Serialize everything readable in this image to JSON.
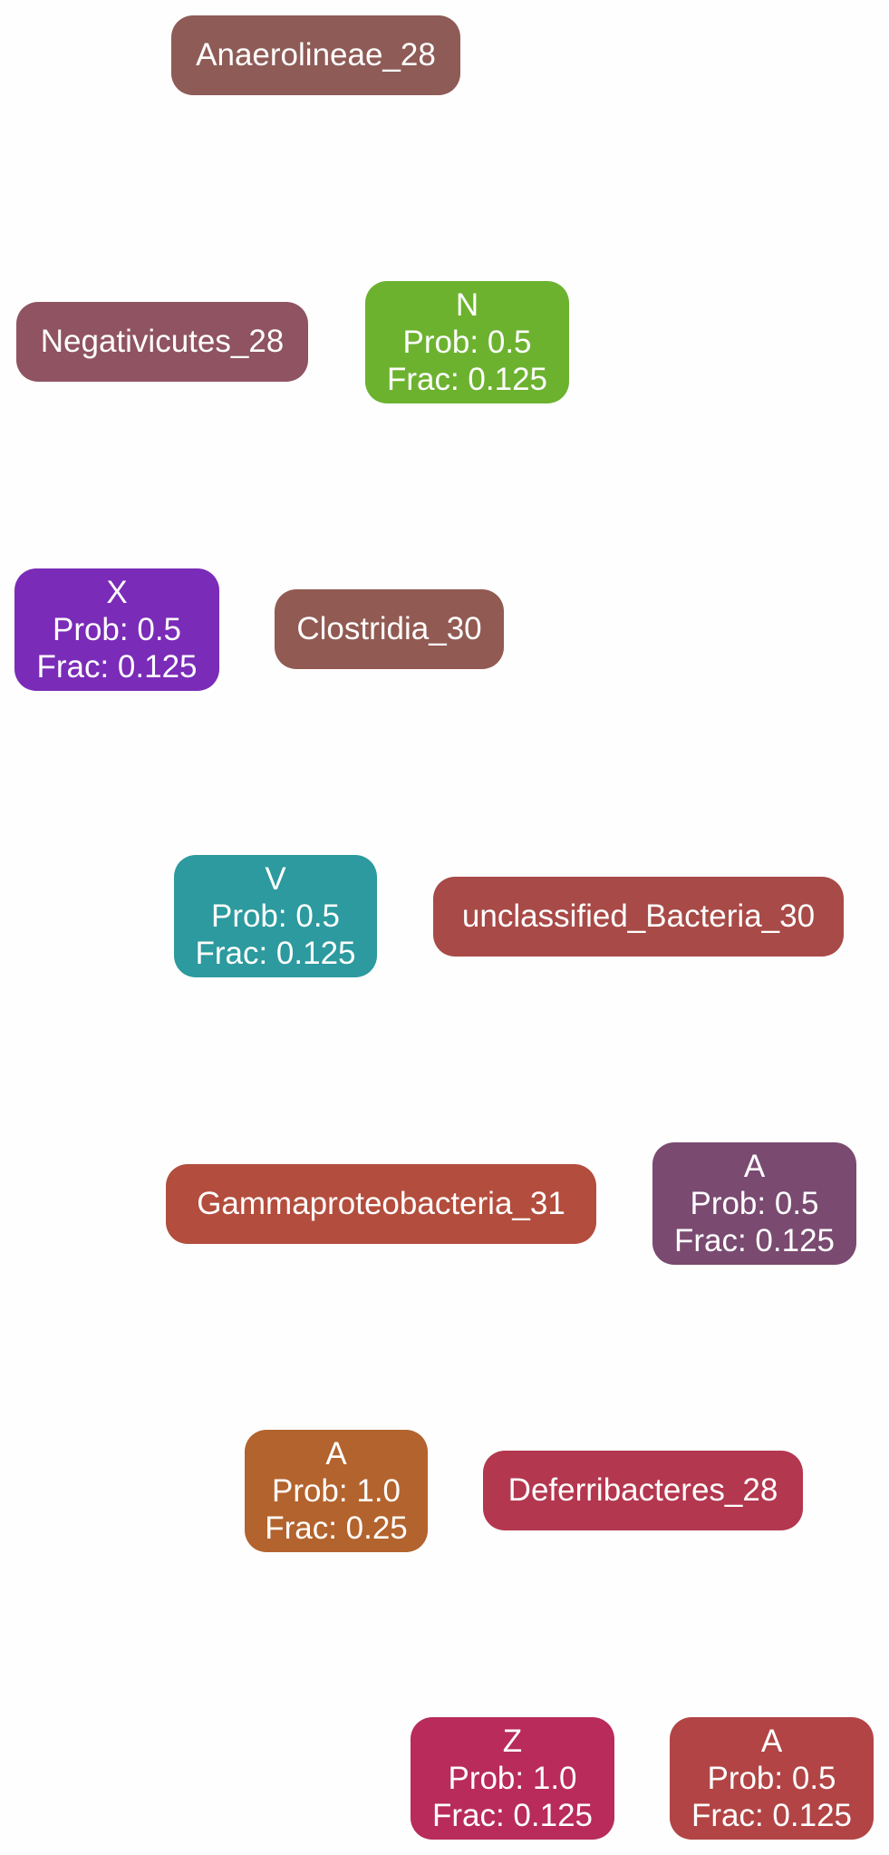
{
  "nodes": {
    "anaerolineae": {
      "label": "Anaerolineae_28",
      "color": "#8e5b57"
    },
    "negativicutes": {
      "label": "Negativicutes_28",
      "color": "#8f5361"
    },
    "N": {
      "letter": "N",
      "prob": "Prob: 0.5",
      "frac": "Frac: 0.125",
      "color": "#6cb22f"
    },
    "X": {
      "letter": "X",
      "prob": "Prob: 0.5",
      "frac": "Frac: 0.125",
      "color": "#7a2bb8"
    },
    "clostridia": {
      "label": "Clostridia_30",
      "color": "#915a52"
    },
    "V": {
      "letter": "V",
      "prob": "Prob: 0.5",
      "frac": "Frac: 0.125",
      "color": "#2c9a9e"
    },
    "unclassified": {
      "label": "unclassified_Bacteria_30",
      "color": "#a84a47"
    },
    "gammaproteo": {
      "label": "Gammaproteobacteria_31",
      "color": "#b34d3d"
    },
    "A1": {
      "letter": "A",
      "prob": "Prob: 0.5",
      "frac": "Frac: 0.125",
      "color": "#7a4a70"
    },
    "A2": {
      "letter": "A",
      "prob": "Prob: 1.0",
      "frac": "Frac: 0.25",
      "color": "#b3632d"
    },
    "deferri": {
      "label": "Deferribacteres_28",
      "color": "#b3374e"
    },
    "Z": {
      "letter": "Z",
      "prob": "Prob: 1.0",
      "frac": "Frac: 0.125",
      "color": "#b82b5a"
    },
    "A3": {
      "letter": "A",
      "prob": "Prob: 0.5",
      "frac": "Frac: 0.125",
      "color": "#b24445"
    }
  }
}
